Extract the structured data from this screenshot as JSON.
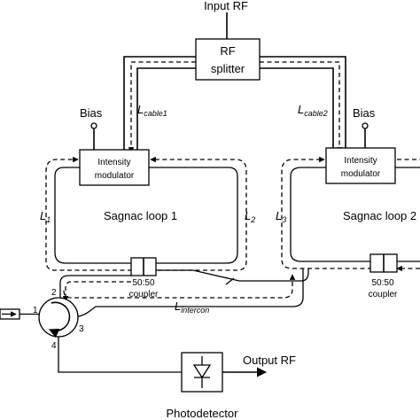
{
  "labels": {
    "input_rf": "Input RF",
    "rf_splitter_line1": "RF",
    "rf_splitter_line2": "splitter",
    "bias_left": "Bias",
    "bias_right": "Bias",
    "l_cable1_main": "L",
    "l_cable1_sub": "cable1",
    "l_cable2_main": "L",
    "l_cable2_sub": "cable2",
    "im_left_line1": "Intensity",
    "im_left_line2": "modulator",
    "im_right_line1": "Intensity",
    "im_right_line2": "modulator",
    "l1_main": "L",
    "l1_sub": "1",
    "l2_main": "L",
    "l2_sub": "2",
    "l3_main": "L",
    "l3_sub": "3",
    "sagnac_loop_1": "Sagnac loop 1",
    "sagnac_loop_2": "Sagnac loop 2",
    "coupler_left_line1": "50:50",
    "coupler_left_line2": "coupler",
    "coupler_right_line1": "50:50",
    "coupler_right_line2": "coupler",
    "l_intercon_main": "L",
    "l_intercon_sub": "intercon",
    "port_1": "1",
    "port_2": "2",
    "port_3": "3",
    "port_4": "4",
    "output_rf": "Output RF",
    "photodetector": "Photodetector"
  }
}
